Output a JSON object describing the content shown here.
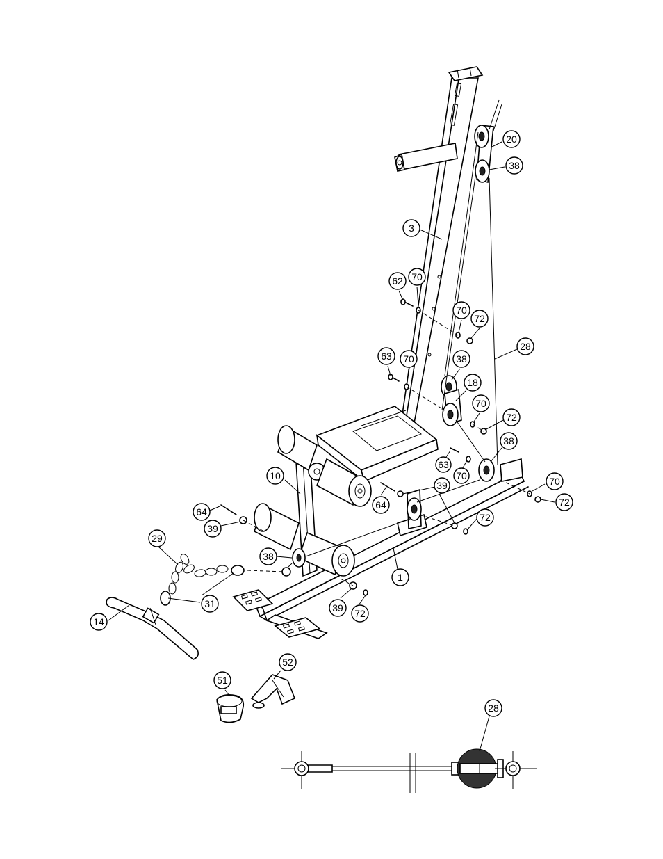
{
  "callouts": [
    {
      "id": "c20",
      "label": "20"
    },
    {
      "id": "c38a",
      "label": "38"
    },
    {
      "id": "c3",
      "label": "3"
    },
    {
      "id": "c62",
      "label": "62"
    },
    {
      "id": "c70a",
      "label": "70"
    },
    {
      "id": "c70b",
      "label": "70"
    },
    {
      "id": "c72a",
      "label": "72"
    },
    {
      "id": "c28a",
      "label": "28"
    },
    {
      "id": "c63a",
      "label": "63"
    },
    {
      "id": "c70c",
      "label": "70"
    },
    {
      "id": "c38b",
      "label": "38"
    },
    {
      "id": "c18",
      "label": "18"
    },
    {
      "id": "c70d",
      "label": "70"
    },
    {
      "id": "c72b",
      "label": "72"
    },
    {
      "id": "c38c",
      "label": "38"
    },
    {
      "id": "c63b",
      "label": "63"
    },
    {
      "id": "c70e",
      "label": "70"
    },
    {
      "id": "c10",
      "label": "10"
    },
    {
      "id": "c64a",
      "label": "64"
    },
    {
      "id": "c39a",
      "label": "39"
    },
    {
      "id": "c70f",
      "label": "70"
    },
    {
      "id": "c72c",
      "label": "72"
    },
    {
      "id": "c64b",
      "label": "64"
    },
    {
      "id": "c39b",
      "label": "39"
    },
    {
      "id": "c72d",
      "label": "72"
    },
    {
      "id": "c29",
      "label": "29"
    },
    {
      "id": "c38d",
      "label": "38"
    },
    {
      "id": "c1",
      "label": "1"
    },
    {
      "id": "c31",
      "label": "31"
    },
    {
      "id": "c39c",
      "label": "39"
    },
    {
      "id": "c72e",
      "label": "72"
    },
    {
      "id": "c14",
      "label": "14"
    },
    {
      "id": "c52",
      "label": "52"
    },
    {
      "id": "c51",
      "label": "51"
    },
    {
      "id": "c28b",
      "label": "28"
    }
  ]
}
